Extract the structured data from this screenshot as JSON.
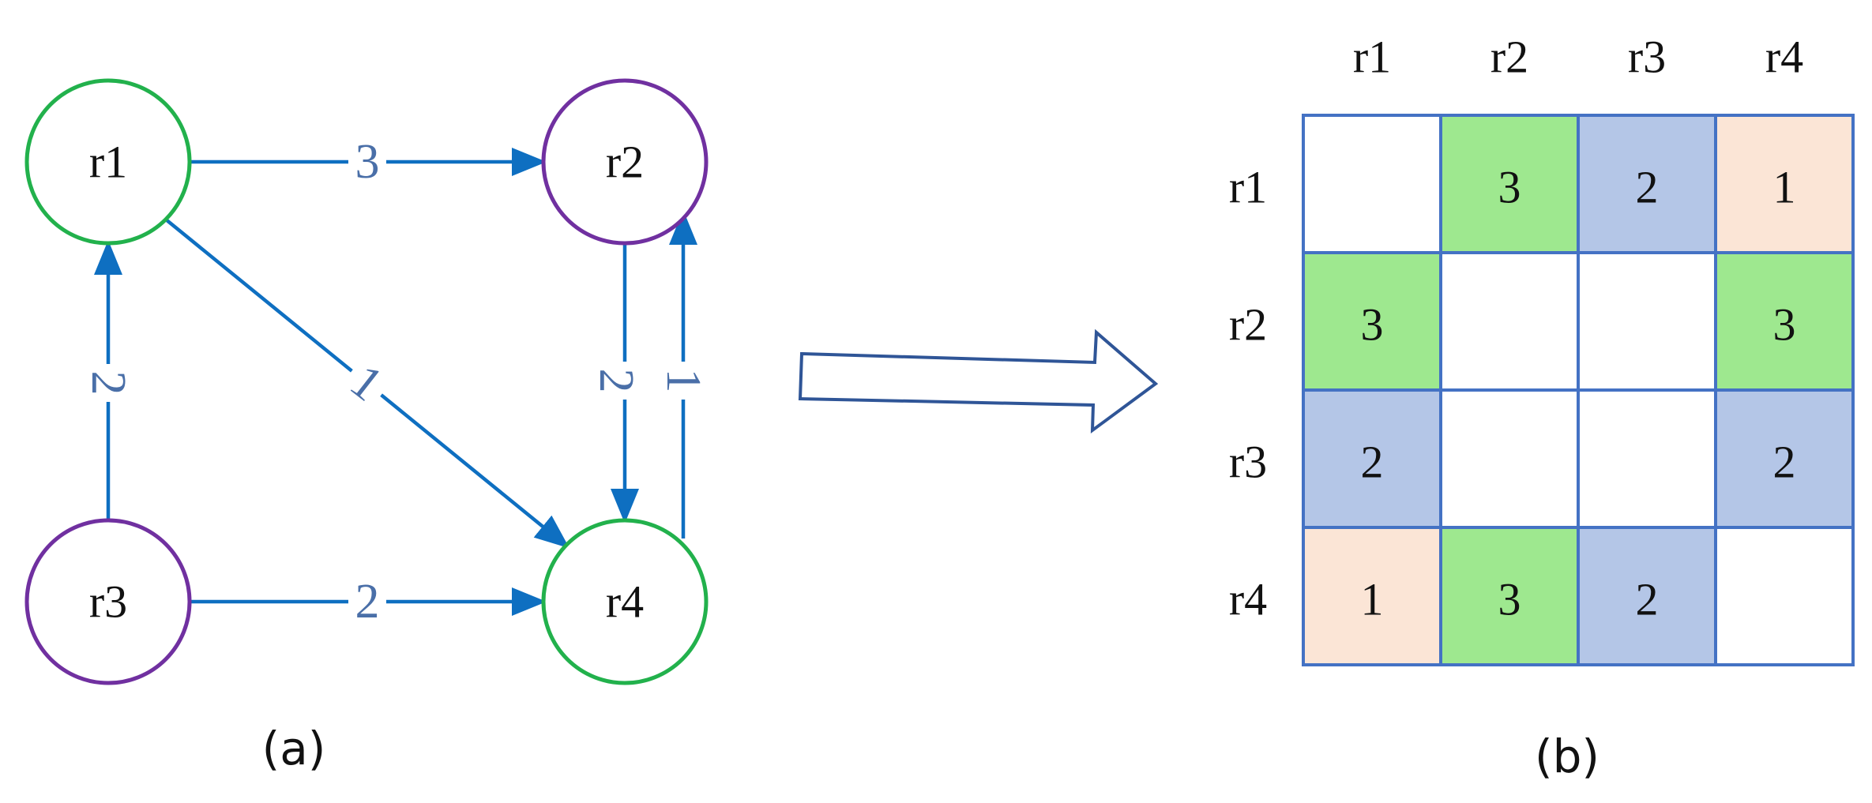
{
  "colors": {
    "node_green": "#22b14c",
    "node_purple": "#7030a0",
    "edge_blue": "#0e6fc1",
    "weight_text": "#4a6fa8",
    "grid_border": "#4472c4",
    "cell_green": "#9ee88f",
    "cell_blue": "#b4c6e7",
    "cell_peach": "#fbe5d6",
    "cell_white": "#ffffff",
    "arrow_outline": "#2f5597"
  },
  "graph": {
    "caption": "(a)",
    "nodes": [
      {
        "id": "r1",
        "label": "r1",
        "ring": "green"
      },
      {
        "id": "r2",
        "label": "r2",
        "ring": "purple"
      },
      {
        "id": "r3",
        "label": "r3",
        "ring": "purple"
      },
      {
        "id": "r4",
        "label": "r4",
        "ring": "green"
      }
    ],
    "edges": [
      {
        "from": "r1",
        "to": "r2",
        "weight": "3"
      },
      {
        "from": "r1",
        "to": "r4",
        "weight": "1"
      },
      {
        "from": "r3",
        "to": "r1",
        "weight": "2"
      },
      {
        "from": "r3",
        "to": "r4",
        "weight": "2"
      },
      {
        "from": "r2",
        "to": "r4",
        "weight": "2"
      },
      {
        "from": "r4",
        "to": "r2",
        "weight": "1"
      }
    ]
  },
  "matrix": {
    "caption": "(b)",
    "col_headers": [
      "r1",
      "r2",
      "r3",
      "r4"
    ],
    "row_headers": [
      "r1",
      "r2",
      "r3",
      "r4"
    ],
    "cells": [
      [
        {
          "value": "",
          "fill": "white"
        },
        {
          "value": "3",
          "fill": "green"
        },
        {
          "value": "2",
          "fill": "blue"
        },
        {
          "value": "1",
          "fill": "peach"
        }
      ],
      [
        {
          "value": "3",
          "fill": "green"
        },
        {
          "value": "",
          "fill": "white"
        },
        {
          "value": "",
          "fill": "white"
        },
        {
          "value": "3",
          "fill": "green"
        }
      ],
      [
        {
          "value": "2",
          "fill": "blue"
        },
        {
          "value": "",
          "fill": "white"
        },
        {
          "value": "",
          "fill": "white"
        },
        {
          "value": "2",
          "fill": "blue"
        }
      ],
      [
        {
          "value": "1",
          "fill": "peach"
        },
        {
          "value": "3",
          "fill": "green"
        },
        {
          "value": "2",
          "fill": "blue"
        },
        {
          "value": "",
          "fill": "white"
        }
      ]
    ]
  }
}
